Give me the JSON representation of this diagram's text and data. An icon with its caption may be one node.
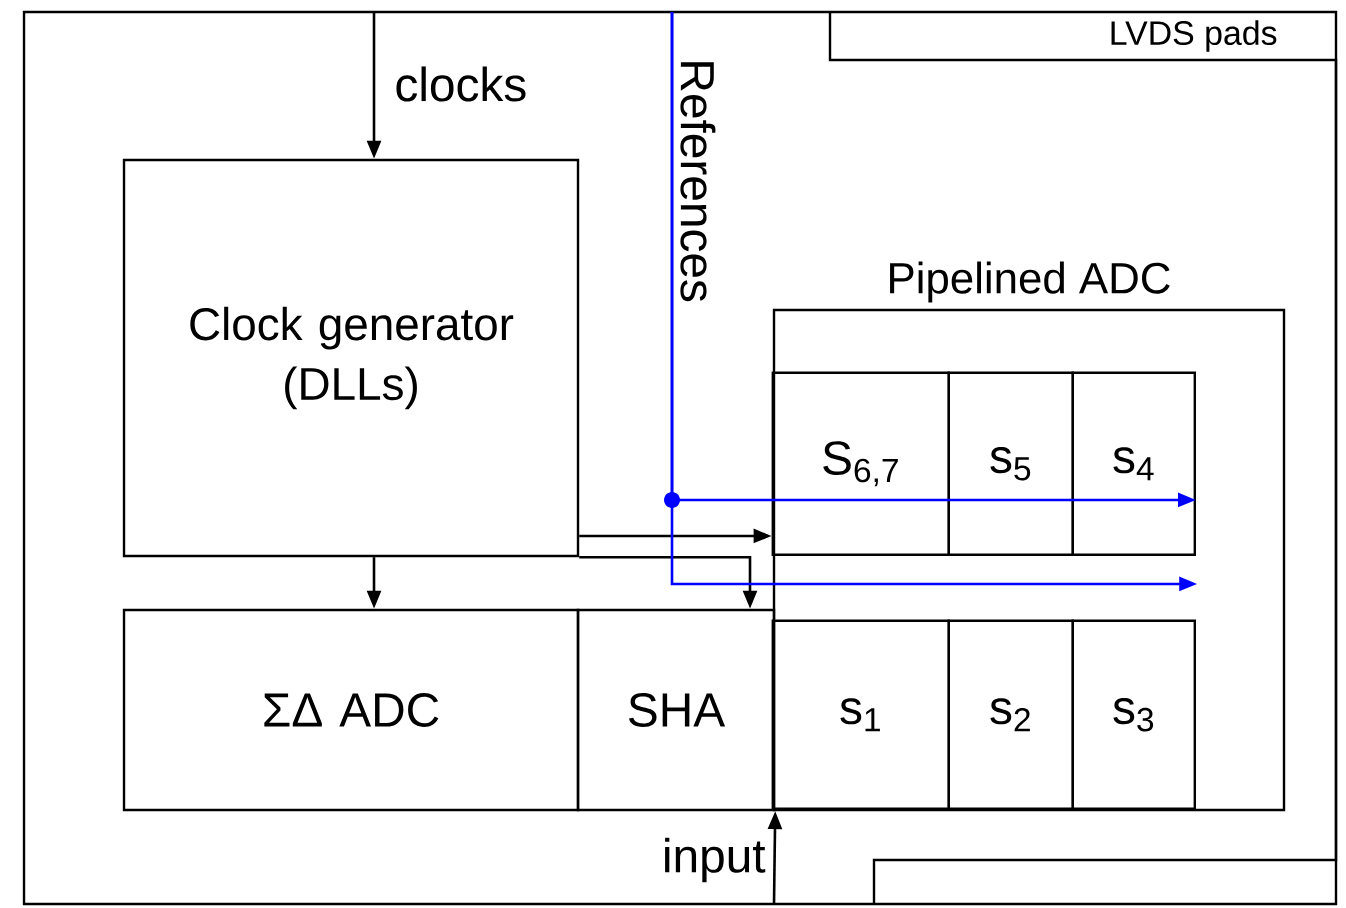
{
  "diagram": {
    "nodes": [
      {
        "text": [
          "Clock generator (DLLs)"
        ]
      },
      {
        "text": [
          "ΣΔ ADC"
        ]
      },
      {
        "text": [
          "SHA"
        ]
      },
      {
        "text": [
          "Pipelined ADC"
        ]
      },
      {
        "text": [
          "S$_{6,7}$"
        ],
        "in": 3
      },
      {
        "text": [
          "s$_{5}$"
        ],
        "in": 3
      },
      {
        "text": [
          "s$_{4}$"
        ],
        "in": 3
      },
      {
        "text": [
          "s$_{1}$"
        ],
        "in": 3
      },
      {
        "text": [
          "s$_{2}$"
        ],
        "in": 3
      },
      {
        "text": [
          "s$_{3}$"
        ],
        "in": 3
      },
      {
        "text": [
          "LVDS pads"
        ]
      }
    ],
    "edges": [
      {
        "from": null,
        "to": 0,
        "arrow": "to",
        "label": "clocks"
      },
      {
        "from": 0,
        "to": 1,
        "arrow": "to"
      },
      {
        "from": 0,
        "to": 2,
        "arrow": "to"
      },
      {
        "from": 0,
        "to": 4,
        "arrow": "to"
      },
      {
        "from": null,
        "to": 6,
        "arrow": "to",
        "label": "References",
        "color": "#0000ff"
      },
      {
        "from": null,
        "to": 3,
        "arrow": "to",
        "color": "#0000ff"
      },
      {
        "from": null,
        "to": 2,
        "arrow": "to",
        "label": "input"
      }
    ]
  }
}
